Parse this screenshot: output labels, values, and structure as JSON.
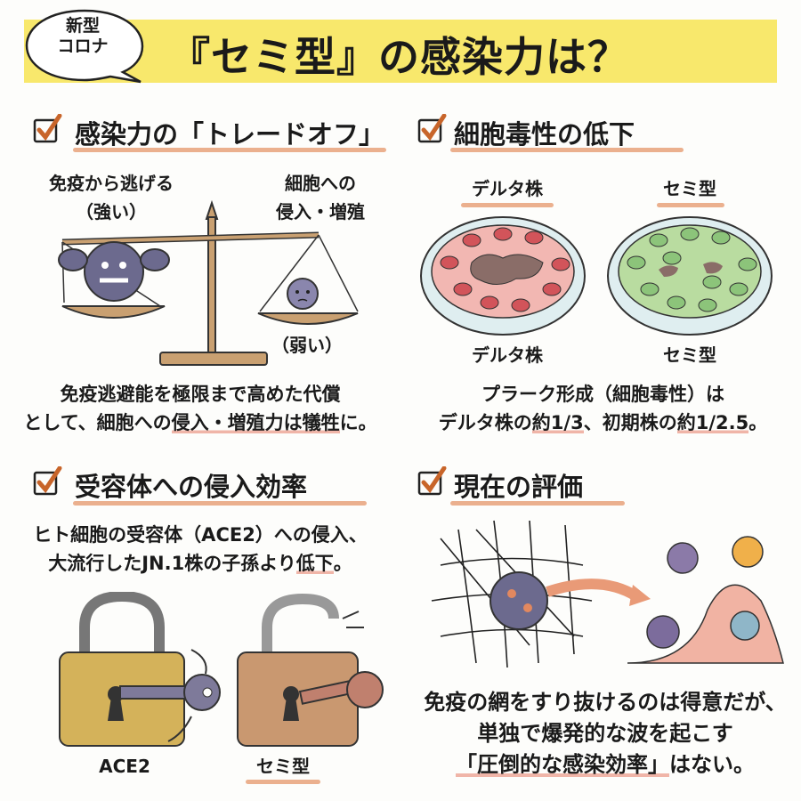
{
  "header": {
    "bubble_line1": "新型",
    "bubble_line2": "コロナ",
    "title": "『セミ型』の感染力は？"
  },
  "colors": {
    "banner": "#f8e86c",
    "check": "#c8652a",
    "underline": "#e7a27a"
  },
  "sections": [
    {
      "heading": "感染力の「トレードオフ」",
      "left_label_1": "免疫から逃げる",
      "left_label_2": "（強い）",
      "right_label_1": "細胞への",
      "right_label_2": "侵入・増殖",
      "weak_label": "（弱い）",
      "caption_line1": "免疫逃避能を極限まで高めた代償",
      "caption_line2_a": "として、細胞への",
      "caption_line2_hl": "侵入・増殖力は犠牲",
      "caption_line2_b": "に。"
    },
    {
      "heading": "細胞毒性の低下",
      "dish1_top": "デルタ株",
      "dish2_top": "セミ型",
      "dish1_bottom": "デルタ株",
      "dish2_bottom": "セミ型",
      "caption_line1": "プラーク形成（細胞毒性）は",
      "caption_line2_a": "デルタ株の",
      "caption_line2_hl1": "約1/3",
      "caption_line2_b": "、初期株の",
      "caption_line2_hl2": "約1/2.5",
      "caption_line2_c": "。"
    },
    {
      "heading": "受容体への侵入効率",
      "text_line1": "ヒト細胞の受容体（ACE2）への侵入、",
      "text_line2_a": "大流行したJN.1株の子孫より",
      "text_line2_hl": "低下",
      "text_line2_b": "。",
      "lock1_label": "ACE2",
      "lock2_label": "セミ型"
    },
    {
      "heading": "現在の評価",
      "text_line1": "免疫の網をすり抜けるのは得意だが、",
      "text_line2": "単独で爆発的な波を起こす",
      "text_line3_hl": "「圧倒的な感染効率」",
      "text_line3_b": "はない。"
    }
  ]
}
